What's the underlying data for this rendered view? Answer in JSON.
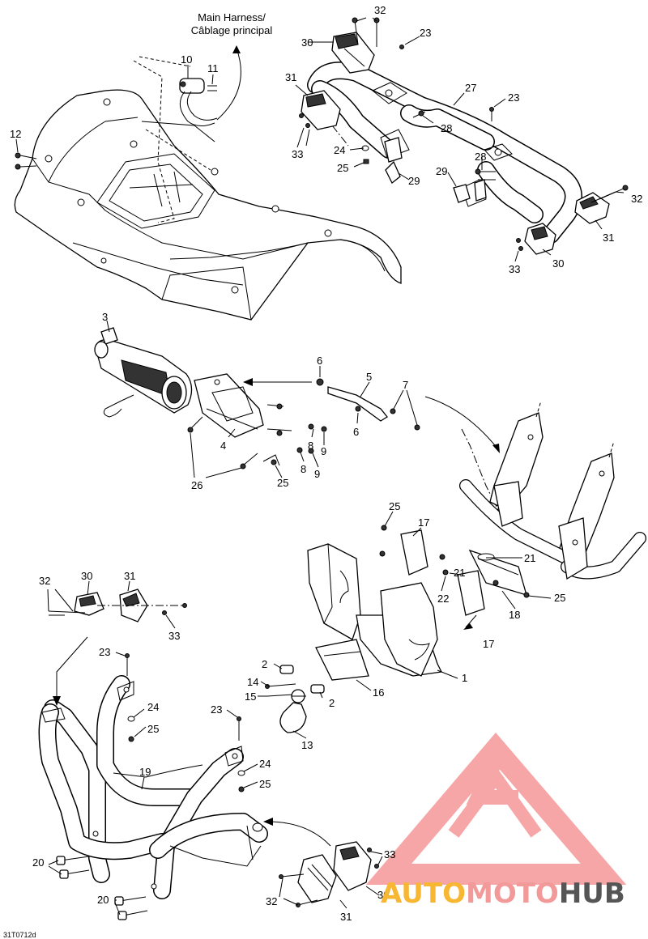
{
  "harness_note": {
    "line1": "Main Harness/",
    "line2": "Câblage principal"
  },
  "part_ref": "31T0712d",
  "watermark": {
    "part1": "AUTO",
    "part2": "MOTO",
    "part3": "HUB",
    "color1": "#f7b733",
    "color2": "#f29a9a",
    "color3": "#555555"
  },
  "callouts": {
    "c1": "1",
    "c2a": "2",
    "c2b": "2",
    "c3": "3",
    "c4": "4",
    "c5": "5",
    "c6a": "6",
    "c6b": "6",
    "c7": "7",
    "c8a": "8",
    "c8b": "8",
    "c9a": "9",
    "c9b": "9",
    "c10": "10",
    "c11": "11",
    "c12": "12",
    "c13": "13",
    "c14": "14",
    "c15": "15",
    "c16": "16",
    "c17a": "17",
    "c17b": "17",
    "c18": "18",
    "c19": "19",
    "c20a": "20",
    "c20b": "20",
    "c21a": "21",
    "c21b": "21",
    "c22": "22",
    "c23a": "23",
    "c23b": "23",
    "c23c": "23",
    "c23d": "23",
    "c24a": "24",
    "c24b": "24",
    "c24c": "24",
    "c25a": "25",
    "c25b": "25",
    "c25c": "25",
    "c25d": "25",
    "c25e": "25",
    "c25f": "25",
    "c26": "26",
    "c27": "27",
    "c28a": "28",
    "c28b": "28",
    "c29a": "29",
    "c29b": "29",
    "c30a": "30",
    "c30b": "30",
    "c30c": "30",
    "c30d": "30",
    "c31a": "31",
    "c31b": "31",
    "c31c": "31",
    "c31d": "31",
    "c32a": "32",
    "c32b": "32",
    "c32c": "32",
    "c32d": "32",
    "c33a": "33",
    "c33b": "33",
    "c33c": "33",
    "c33d": "33"
  }
}
